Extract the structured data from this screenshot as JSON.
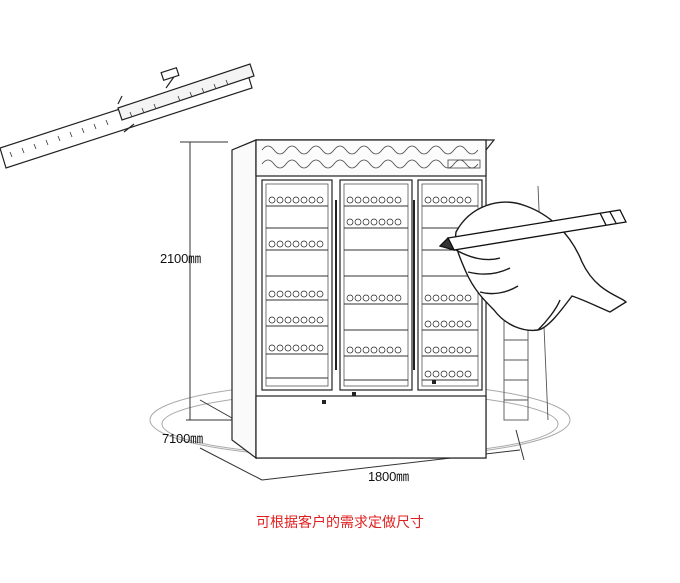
{
  "dimensions": {
    "height_label": "2100㎜",
    "depth_label": "7100㎜",
    "width_label": "1800㎜"
  },
  "caption": {
    "text": "可根据客户的需求定做尺寸",
    "color": "#e02020"
  },
  "colors": {
    "line": "#222222",
    "light_line": "#9a9a9a"
  },
  "icons": [
    "ruler-icon",
    "pencil-icon",
    "hand-icon"
  ]
}
